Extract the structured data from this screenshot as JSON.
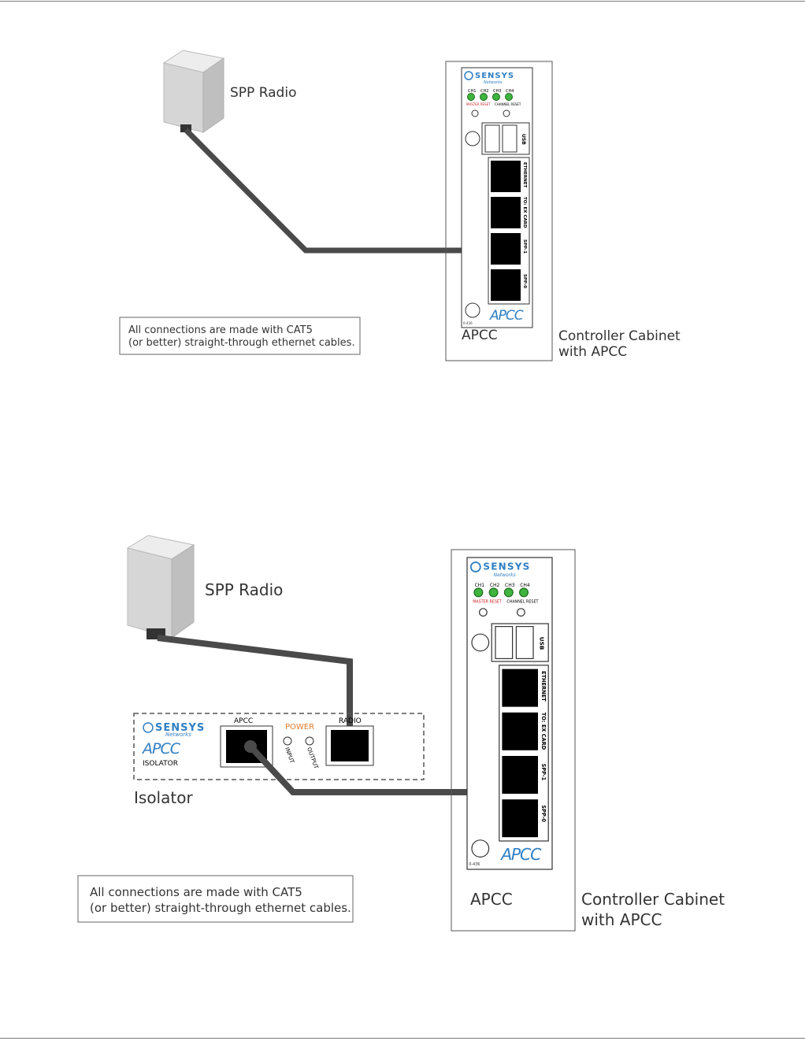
{
  "diagrams": [
    {
      "radio_label": "SPP Radio",
      "note_lines": [
        "All connections are made with CAT5",
        "(or better) straight-through ethernet cables."
      ],
      "card_label": "APCC",
      "cabinet_label_lines": [
        "Controller Cabinet",
        "with APCC"
      ]
    },
    {
      "radio_label": "SPP Radio",
      "note_lines": [
        "All connections are made with CAT5",
        "(or better) straight-through ethernet cables."
      ],
      "card_label": "APCC",
      "cabinet_label_lines": [
        "Controller Cabinet",
        "with APCC"
      ],
      "isolator": {
        "label": "Isolator",
        "brand": "SENSYS",
        "brand_sub": "Networks",
        "product": "APCC",
        "product_sub": "ISOLATOR",
        "port_apcc": "APCC",
        "power_label": "POWER",
        "input_label": "INPUT",
        "output_label": "OUTPUT",
        "port_radio": "RADIO"
      }
    }
  ],
  "card": {
    "brand": "SENSYS",
    "brand_sub": "Networks",
    "channels": [
      "CH1",
      "CH2",
      "CH3",
      "CH4"
    ],
    "master_reset": "MASTER RESET",
    "channel_reset": "CHANNEL RESET",
    "usb": "USB",
    "ports": [
      "ETHERNET",
      "TO: EX CARD",
      "SPP-1",
      "SPP-0"
    ],
    "logo": "APCC",
    "part_number": "0-436"
  },
  "colors": {
    "cable": "#4a4a4a",
    "led": "#3fb43f",
    "brand_blue": "#2f7fc4",
    "reset_red": "#cc2222",
    "power_orange": "#e07a2a",
    "port_black": "#000000"
  }
}
